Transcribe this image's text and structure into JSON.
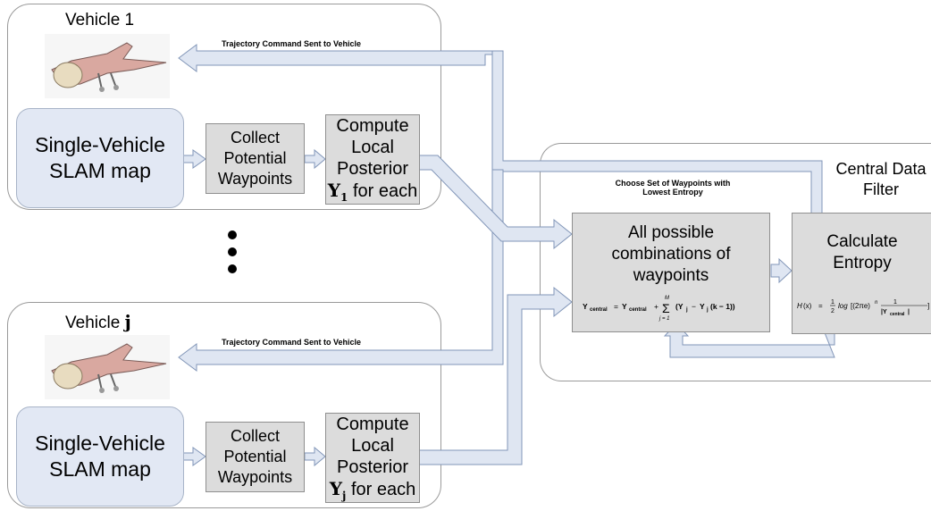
{
  "vehicle1": {
    "title": "Vehicle 1",
    "slam": "Single-Vehicle\nSLAM map",
    "collect": "Collect\nPotential\nWaypoints",
    "compute": "Compute\nLocal\nPosterior",
    "posterior_symbol": "Y",
    "posterior_sub": "1",
    "posterior_tail": " for each",
    "trajectory_label": "Trajectory Command Sent to Vehicle"
  },
  "vehiclej": {
    "title_prefix": "Vehicle ",
    "title_symbol": "j",
    "slam": "Single-Vehicle\nSLAM map",
    "collect": "Collect\nPotential\nWaypoints",
    "compute": "Compute\nLocal\nPosterior",
    "posterior_symbol": "Y",
    "posterior_sub": "j",
    "posterior_tail": " for each",
    "trajectory_label": "Trajectory Command Sent to Vehicle"
  },
  "central": {
    "title": "Central Data\nFilter",
    "choose_label": "Choose Set of Waypoints with\nLowest Entropy",
    "combinations": "All possible\ncombinations of\nwaypoints",
    "combination_eq": "Y_central = Y_central + Σ_{j=1}^{M} (Y_j − Y_j(k − 1))",
    "entropy": "Calculate\nEntropy",
    "entropy_eq": "H(x) = ½ log[(2πe)^n · 1/|Y_central|]"
  },
  "icons": [
    "airplane-icon",
    "airplane-icon",
    "ellipsis-dots"
  ],
  "colors": {
    "slam_fill": "#e2e8f4",
    "process_fill": "#dcdcdc",
    "arrow_fill": "#dfe6f2",
    "arrow_stroke": "#8296b8"
  }
}
